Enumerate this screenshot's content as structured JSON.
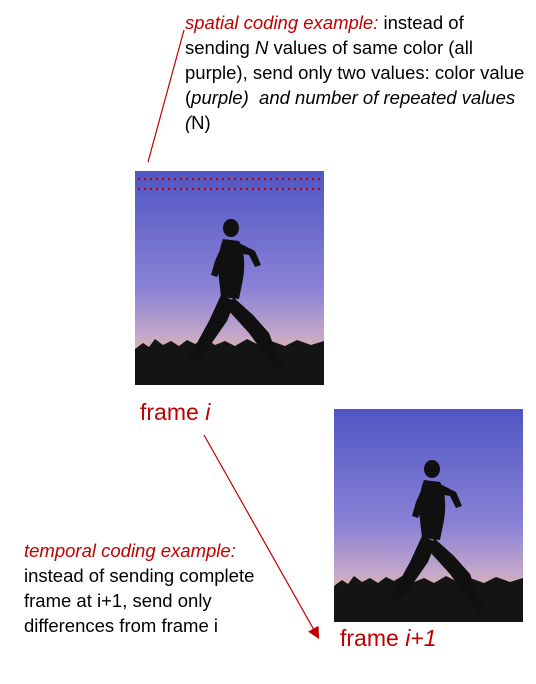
{
  "spatial_note": {
    "lead": "spatial coding example:",
    "t1": " instead of sending ",
    "n1": "N",
    "t2": " values of same color (all purple), send only two values: color  value (",
    "purple": "purple)",
    "t3": "  ",
    "and": "and number of repeated values (",
    "t4": "N)"
  },
  "temporal_note": {
    "lead": "temporal coding example:",
    "body": "instead of sending complete frame at i+1, send only differences from frame i"
  },
  "frame_i": {
    "word": "frame ",
    "var": "i"
  },
  "frame_i1": {
    "word": "frame ",
    "var": "i+1"
  },
  "colors": {
    "annotation_red": "#c00000",
    "sky_top": "#5a63c8",
    "sky_mid": "#8a7fd3",
    "horizon_glow": "#e8c07a",
    "silhouette": "#101010"
  }
}
